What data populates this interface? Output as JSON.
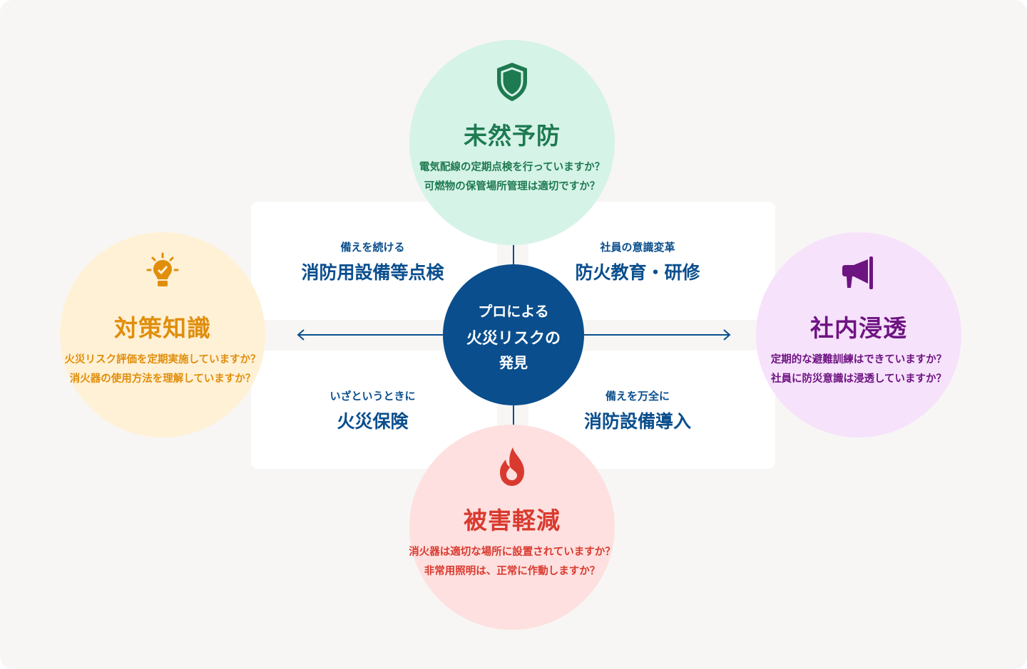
{
  "center": {
    "lines": [
      "プロによる",
      "火災リスクの",
      "発見"
    ]
  },
  "quadrants": [
    {
      "sub": "備えを続ける",
      "main": "消防用設備等点検"
    },
    {
      "sub": "社員の意識変革",
      "main": "防火教育・研修"
    },
    {
      "sub": "いざというときに",
      "main": "火災保険"
    },
    {
      "sub": "備えを万全に",
      "main": "消防設備導入"
    }
  ],
  "circles": {
    "top": {
      "icon": "shield-icon",
      "title": "未然予防",
      "questions": [
        "電気配線の定期点検を行っていますか？",
        "可燃物の保管場所管理は適切ですか？"
      ],
      "color": "#1e7a50"
    },
    "left": {
      "icon": "lightbulb-check-icon",
      "title": "対策知識",
      "questions": [
        "火災リスク評価を定期実施していますか？",
        "消火器の使用方法を理解していますか？"
      ],
      "color": "#e08e0b"
    },
    "right": {
      "icon": "megaphone-icon",
      "title": "社内浸透",
      "questions": [
        "定期的な避難訓練はできていますか？",
        "社員に防災意識は浸透していますか？"
      ],
      "color": "#6e1382"
    },
    "bottom": {
      "icon": "fire-icon",
      "title": "被害軽減",
      "questions": [
        "消火器は適切な場所に設置されていますか？",
        "非常用照明は、正常に作動しますか？"
      ],
      "color": "#d93a2f"
    }
  }
}
